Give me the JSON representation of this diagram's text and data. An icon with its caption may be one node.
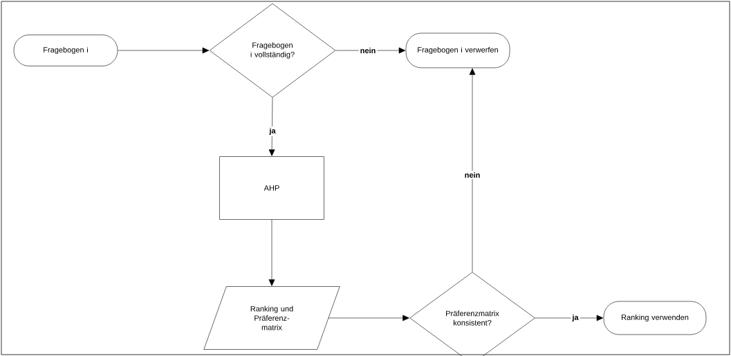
{
  "diagram": {
    "nodes": [
      {
        "text": [
          "Fragebogen i"
        ]
      },
      {
        "text": [
          "Fragebogen i vollständig?"
        ]
      },
      {
        "text": [
          "Fragebogen i verwerfen"
        ]
      },
      {
        "text": [
          "AHP"
        ]
      },
      {
        "text": [
          "Ranking und Präferenz- matrix"
        ]
      },
      {
        "text": [
          "Präferenzmatrix konsistent?"
        ]
      },
      {
        "text": [
          "Ranking verwenden"
        ]
      }
    ],
    "edges": [
      {
        "from": 0,
        "to": 1,
        "arrow": "to"
      },
      {
        "from": 1,
        "to": 2,
        "arrow": "to",
        "label": "nein"
      },
      {
        "from": 1,
        "to": 3,
        "arrow": "to",
        "label": "ja"
      },
      {
        "from": 3,
        "to": 4,
        "arrow": "to"
      },
      {
        "from": 4,
        "to": 5,
        "arrow": "to"
      },
      {
        "from": 5,
        "to": 2,
        "arrow": "to",
        "label": "nein"
      },
      {
        "from": 5,
        "to": 6,
        "arrow": "to",
        "label": "ja"
      }
    ]
  }
}
